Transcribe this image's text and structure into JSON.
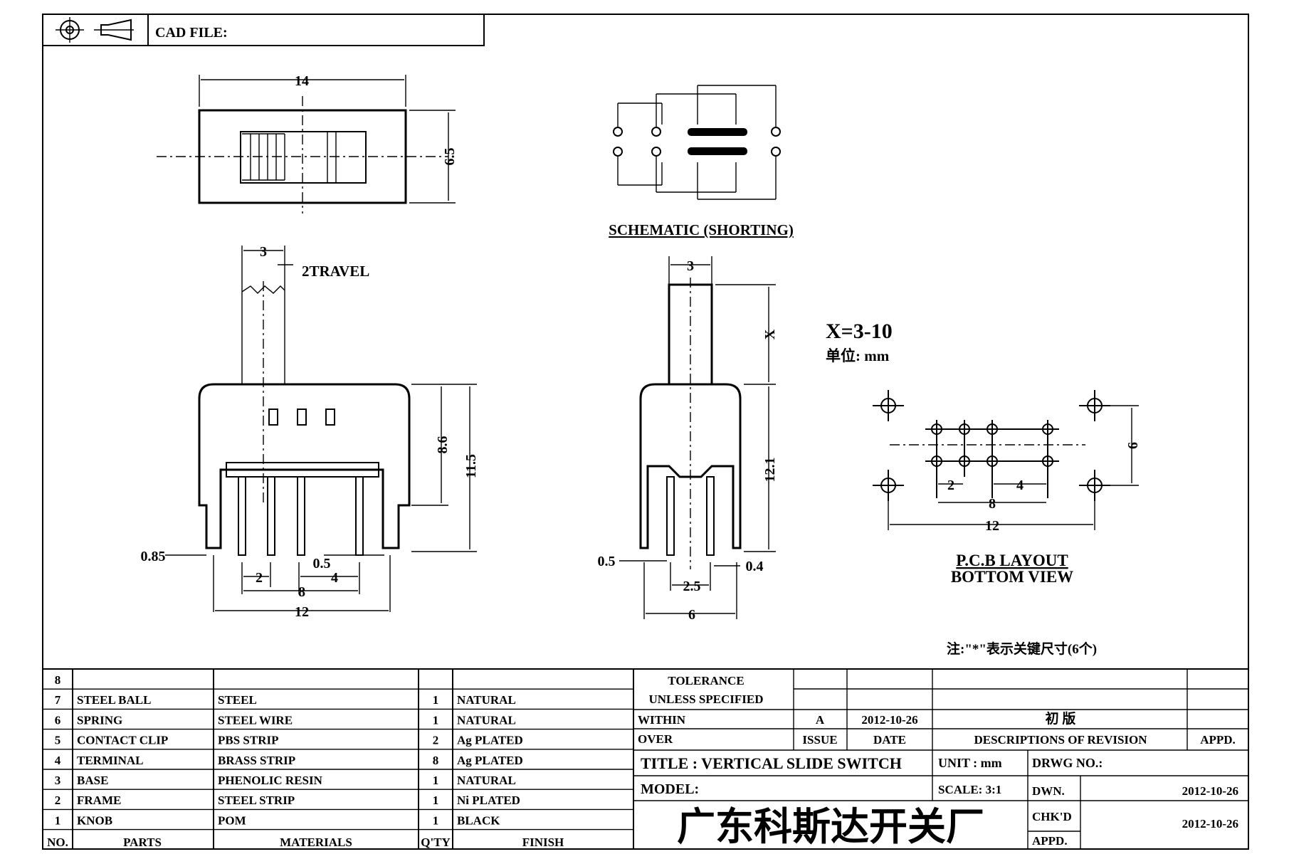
{
  "header": {
    "cad_file_label": "CAD FILE:"
  },
  "dims": {
    "top_width": "14",
    "top_height": "6.5",
    "front_knob": "3",
    "front_travel": "2TRAVEL",
    "front_h1": "8.6",
    "front_h2": "11.5",
    "front_pin_w": "0.85",
    "front_pin_w2": "0.5",
    "front_p2": "2",
    "front_p4": "4",
    "front_p8": "8",
    "front_p12": "12",
    "side_knob": "3",
    "side_x": "X",
    "side_h": "12.1",
    "side_pin": "0.5",
    "side_pin2": "0.4",
    "side_p25": "2.5",
    "side_p6": "6",
    "pcb_h": "6",
    "pcb_p2": "2",
    "pcb_p4": "4",
    "pcb_p8": "8",
    "pcb_p12": "12"
  },
  "labels": {
    "schematic": "SCHEMATIC (SHORTING)",
    "x_range": "X=3-10",
    "unit_note": "单位: mm",
    "pcb_title": "P.C.B LAYOUT",
    "pcb_sub": "BOTTOM VIEW",
    "note": "注:\"*\"表示关键尺寸(6个)"
  },
  "bom": {
    "rows": [
      {
        "no": "8",
        "part": "",
        "material": "",
        "qty": "",
        "finish": ""
      },
      {
        "no": "7",
        "part": "STEEL BALL",
        "material": "STEEL",
        "qty": "1",
        "finish": "NATURAL"
      },
      {
        "no": "6",
        "part": "SPRING",
        "material": "STEEL WIRE",
        "qty": "1",
        "finish": "NATURAL"
      },
      {
        "no": "5",
        "part": "CONTACT CLIP",
        "material": "PBS STRIP",
        "qty": "2",
        "finish": "Ag PLATED"
      },
      {
        "no": "4",
        "part": "TERMINAL",
        "material": "BRASS STRIP",
        "qty": "8",
        "finish": "Ag PLATED"
      },
      {
        "no": "3",
        "part": "BASE",
        "material": "PHENOLIC RESIN",
        "qty": "1",
        "finish": "NATURAL"
      },
      {
        "no": "2",
        "part": "FRAME",
        "material": "STEEL STRIP",
        "qty": "1",
        "finish": "Ni PLATED"
      },
      {
        "no": "1",
        "part": "KNOB",
        "material": "POM",
        "qty": "1",
        "finish": "BLACK"
      }
    ],
    "headers": {
      "no": "NO.",
      "part": "PARTS",
      "material": "MATERIALS",
      "qty": "Q'TY",
      "finish": "FINISH"
    }
  },
  "title_block": {
    "tolerance": "TOLERANCE",
    "unless": "UNLESS SPECIFIED",
    "within": "WITHIN",
    "over": "OVER",
    "rev_issue": "A",
    "rev_date": "2012-10-26",
    "rev_desc": "初 版",
    "issue_h": "ISSUE",
    "date_h": "DATE",
    "desc_h": "DESCRIPTIONS OF REVISION",
    "appd_h": "APPD.",
    "title": "TITLE :  VERTICAL SLIDE SWITCH",
    "unit": "UNIT :  mm",
    "drwg": "DRWG NO.:",
    "model": "MODEL:",
    "scale": "SCALE:  3:1",
    "company": "广东科斯达开关厂",
    "dwn": "DWN.",
    "dwn_date": "2012-10-26",
    "chkd": "CHK'D",
    "chkd_date": "2012-10-26",
    "appd": "APPD."
  }
}
